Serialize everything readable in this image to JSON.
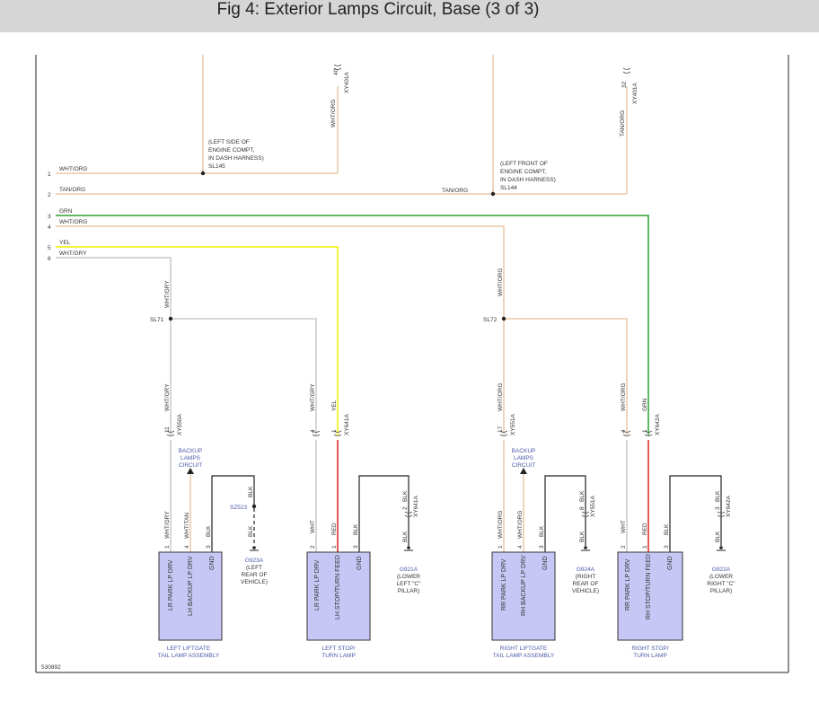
{
  "header": {
    "title": "Fig 4: Exterior Lamps Circuit, Base (3 of 3)"
  },
  "figure_id": "530892",
  "colors": {
    "header_bg": "#d6d6d6",
    "tan_wire": "#e8c9a8",
    "grn_wire": "#2ca02c",
    "yel_wire": "#f0f000",
    "red_wire": "#e02020",
    "blk_wire": "#222222",
    "gry_wire": "#c8c8c8",
    "component_fill": "#c7c7f5",
    "link_text": "#4a5aa8"
  },
  "inputs": {
    "left": [
      {
        "num": "1",
        "color": "WHT/ORG"
      },
      {
        "num": "2",
        "color": "TAN/ORG"
      },
      {
        "num": "3",
        "color": "GRN"
      },
      {
        "num": "4",
        "color": "WHT/ORG"
      },
      {
        "num": "5",
        "color": "YEL"
      },
      {
        "num": "6",
        "color": "WHT/GRY"
      }
    ]
  },
  "top_connectors": [
    {
      "pin": "40",
      "id": "XY401A",
      "wire": "WHT/ORG"
    },
    {
      "pin": "32",
      "id": "XY401A",
      "wire": "TAN/ORG"
    }
  ],
  "splices": [
    {
      "id": "SL145",
      "lines": [
        "(LEFT SIDE OF",
        "ENGINE COMPT,",
        "IN DASH HARNESS)",
        "SL145"
      ]
    },
    {
      "id": "SL144",
      "lines": [
        "(LEFT FRONT OF",
        "ENGINE COMPT,",
        "IN DASH HARNESS)",
        "SL144"
      ]
    },
    {
      "id": "SL71",
      "label": "SL71"
    },
    {
      "id": "SL72",
      "label": "SL72"
    }
  ],
  "wire_labels": {
    "tan_org_mid": "TAN/ORG",
    "wht_gry": "WHT/GRY",
    "wht_org": "WHT/ORG",
    "yel": "YEL",
    "grn": "GRN",
    "wht": "WHT",
    "red": "RED",
    "blk": "BLK",
    "wht_tan": "WHT/TAN"
  },
  "connectors": [
    {
      "pin": "11",
      "id": "XY550A"
    },
    {
      "pin": "4",
      "id": ""
    },
    {
      "pin": "1",
      "id": "XY641A"
    },
    {
      "pin": "17",
      "id": "XY551A"
    },
    {
      "pin": "4",
      "id": ""
    },
    {
      "pin": "1",
      "id": "XY642A"
    },
    {
      "pin": "2",
      "id": "XY641A"
    },
    {
      "pin": "8",
      "id": "XY551A"
    },
    {
      "pin": "3",
      "id": "XY642A"
    }
  ],
  "backup_circuit": [
    "BACKUP",
    "LAMPS",
    "CIRCUIT"
  ],
  "sz523": "SZ523",
  "grounds": [
    {
      "id": "G923A",
      "lines": [
        "G923A",
        "(LEFT",
        "REAR OF",
        "VEHICLE)"
      ]
    },
    {
      "id": "G921A",
      "lines": [
        "G921A",
        "(LOWER",
        "LEFT \"C\"",
        "PILLAR)"
      ]
    },
    {
      "id": "G924A",
      "lines": [
        "G924A",
        "(RIGHT",
        "REAR OF",
        "VEHICLE)"
      ]
    },
    {
      "id": "G922A",
      "lines": [
        "G922A",
        "(LOWER",
        "RIGHT \"C\"",
        "PILLAR)"
      ]
    }
  ],
  "components": [
    {
      "name": [
        "LEFT LIFTGATE",
        "TAIL LAMP ASSEMBLY"
      ],
      "pins": [
        "1",
        "4",
        "3"
      ],
      "labels": [
        "LR PARK LP DRV",
        "LH BACKUP LP DRV",
        "GND"
      ]
    },
    {
      "name": [
        "LEFT STOP/",
        "TURN LAMP"
      ],
      "pins": [
        "2",
        "1",
        "3"
      ],
      "labels": [
        "LR PARK LP DRV",
        "LH STOP/TURN FEED",
        "GND"
      ]
    },
    {
      "name": [
        "RIGHT LIFTGATE",
        "TAIL LAMP ASSEMBLY"
      ],
      "pins": [
        "1",
        "4",
        "3"
      ],
      "labels": [
        "RR PARK LP DRV",
        "RH BACKUP LP DRV",
        "GND"
      ]
    },
    {
      "name": [
        "RIGHT STOP/",
        "TURN LAMP"
      ],
      "pins": [
        "2",
        "1",
        "3"
      ],
      "labels": [
        "RR PARK LP DRV",
        "RH STOP/TURN FEED",
        "GND"
      ]
    }
  ]
}
